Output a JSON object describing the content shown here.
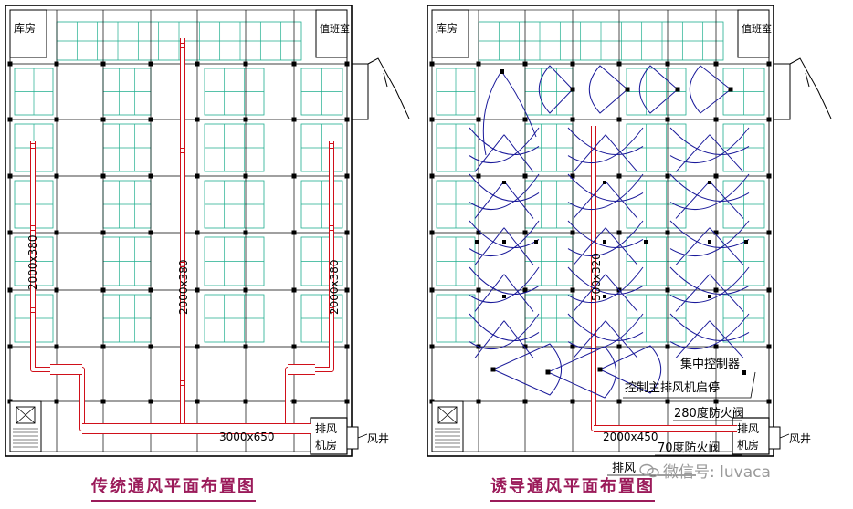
{
  "left_plan": {
    "caption": "传统通风平面布置图",
    "storage_room": "库房",
    "duty_room": "值班室",
    "duct_left": "2000x380",
    "duct_center": "2000x380",
    "duct_right": "2000x380",
    "duct_bottom": "3000x650",
    "exhaust_room_line1": "排风",
    "exhaust_room_line2": "机房",
    "air_shaft": "风井"
  },
  "right_plan": {
    "caption": "诱导通风平面布置图",
    "storage_room": "库房",
    "duty_room": "值班室",
    "duct_center": "500x320",
    "duct_bottom": "2000x450",
    "label_controller": "集中控制器",
    "label_fan_control": "控制主排风机启停",
    "label_damper_280": "280度防火阀",
    "label_damper_70": "70度防火阀",
    "exhaust_room_line1": "排风",
    "exhaust_room_line2": "机房",
    "air_shaft": "风井",
    "bottom_label": "排风"
  },
  "watermark": "微信号: luvaca",
  "colors": {
    "wall": "#000000",
    "grid": "#000000",
    "parking": "#1fae8e",
    "duct": "#d0101a",
    "induced_lines": "#1a1a9a",
    "caption": "#9b1b5a"
  }
}
